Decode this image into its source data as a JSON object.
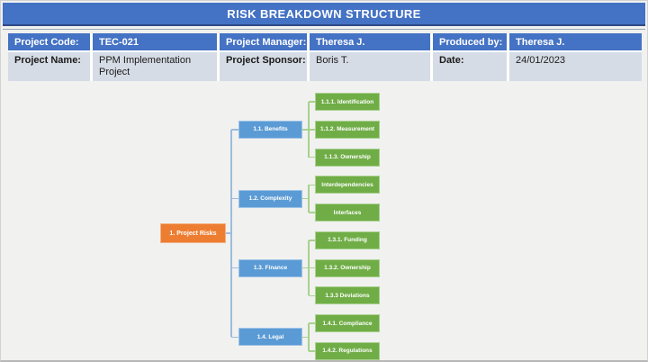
{
  "title": "RISK BREAKDOWN STRUCTURE",
  "info_table": {
    "rows": [
      {
        "cells": [
          {
            "text": "Project Code:"
          },
          {
            "text": "TEC-021"
          },
          {
            "text": "Project Manager:"
          },
          {
            "text": "Theresa J."
          },
          {
            "text": "Produced by:"
          },
          {
            "text": "Theresa J."
          }
        ]
      },
      {
        "cells": [
          {
            "text": "Project Name:"
          },
          {
            "text": "PPM Implementation Project"
          },
          {
            "text": "Project Sponsor:"
          },
          {
            "text": "Boris T."
          },
          {
            "text": "Date:"
          },
          {
            "text": "24/01/2023"
          }
        ]
      }
    ]
  },
  "tree": {
    "root": {
      "label": "1. Project Risks"
    },
    "branches": [
      {
        "label": "1.1. Benefits",
        "children": [
          {
            "label": "1.1.1. Identification"
          },
          {
            "label": "1.1.2. Measurement"
          },
          {
            "label": "1.1.3. Ownership"
          }
        ]
      },
      {
        "label": "1.2. Complexity",
        "children": [
          {
            "label": "Interdependencies"
          },
          {
            "label": "Interfaces"
          }
        ]
      },
      {
        "label": "1.3. Finance",
        "children": [
          {
            "label": "1.3.1. Funding"
          },
          {
            "label": "1.3.2. Ownership"
          },
          {
            "label": "1.3.3 Deviations"
          }
        ]
      },
      {
        "label": "1.4. Legal",
        "children": [
          {
            "label": "1.4.1. Compliance"
          },
          {
            "label": "1.4.2. Regulations"
          }
        ]
      }
    ]
  },
  "colors": {
    "banner_blue": "#4472C4",
    "header_row_blue": "#4472C4",
    "light_row_lavender": "#D6DCE5",
    "root_orange": "#ED7D31",
    "root_orange_border": "#F4B183",
    "branch_blue": "#5B9BD5",
    "branch_blue_border": "#9DC3E6",
    "leaf_green": "#70AD47",
    "leaf_green_border": "#A9D18E",
    "connector_blue": "#9FBBDD",
    "connector_green": "#A9D18E"
  }
}
